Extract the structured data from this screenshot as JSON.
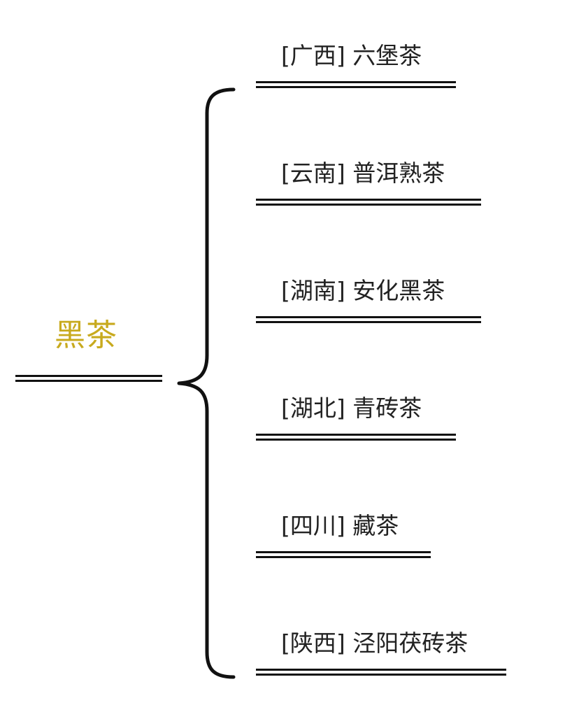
{
  "root": {
    "label": "黑茶"
  },
  "branches": [
    {
      "label": "[广西] 六堡茶"
    },
    {
      "label": "[云南] 普洱熟茶"
    },
    {
      "label": "[湖南] 安化黑茶"
    },
    {
      "label": "[湖北] 青砖茶"
    },
    {
      "label": "[四川] 藏茶"
    },
    {
      "label": "[陕西] 泾阳茯砖茶"
    }
  ],
  "colors": {
    "root_text": "#c8aa1e",
    "branch_text": "#222222",
    "lines": "#111111"
  }
}
